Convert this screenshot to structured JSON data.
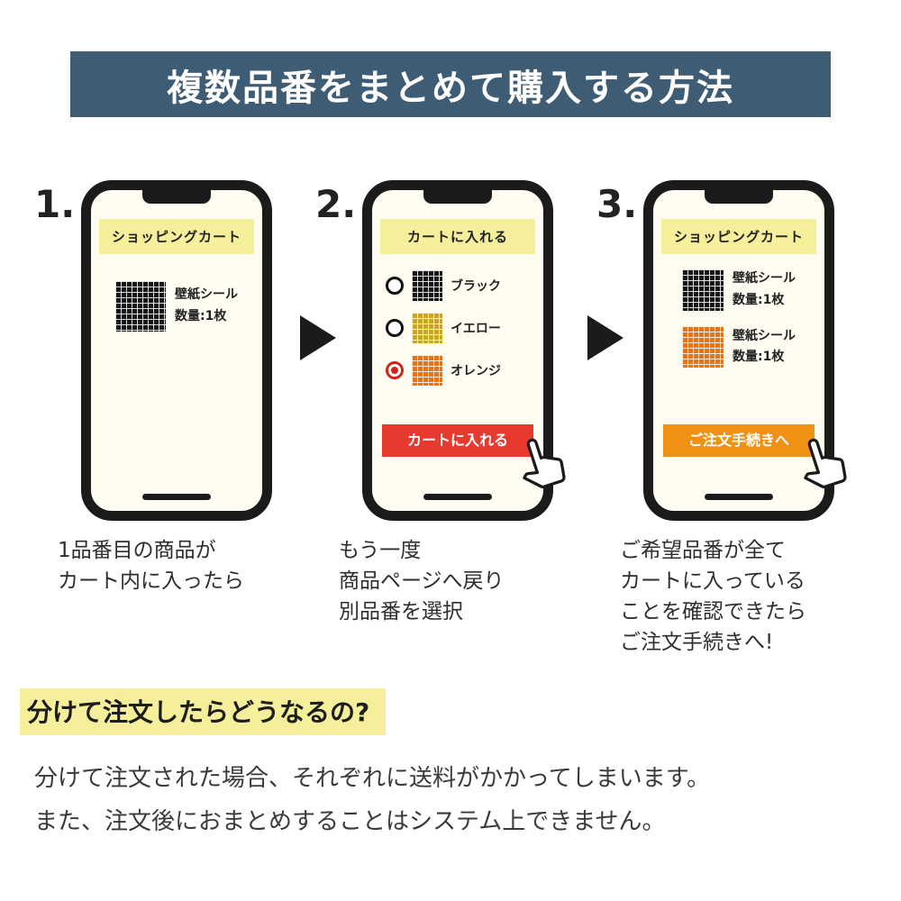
{
  "header": {
    "title": "複数品番をまとめて購入する方法"
  },
  "steps": [
    {
      "number": "1.",
      "phone": {
        "banner": "ショッピングカート",
        "items": [
          {
            "swatch": "black",
            "name": "壁紙シール",
            "qty": "数量:1枚"
          }
        ]
      },
      "caption": [
        "1品番目の商品が",
        "カート内に入ったら"
      ]
    },
    {
      "number": "2.",
      "phone": {
        "banner": "カートに入れる",
        "options": [
          {
            "selected": false,
            "swatch": "black",
            "label": "ブラック"
          },
          {
            "selected": false,
            "swatch": "yellow",
            "label": "イエロー"
          },
          {
            "selected": true,
            "swatch": "orange",
            "label": "オレンジ"
          }
        ],
        "button": "カートに入れる"
      },
      "caption": [
        "もう一度",
        "商品ページへ戻り",
        "別品番を選択"
      ]
    },
    {
      "number": "3.",
      "phone": {
        "banner": "ショッピングカート",
        "items": [
          {
            "swatch": "black",
            "name": "壁紙シール",
            "qty": "数量:1枚"
          },
          {
            "swatch": "orange",
            "name": "壁紙シール",
            "qty": "数量:1枚"
          }
        ],
        "button": "ご注文手続きへ"
      },
      "caption": [
        "ご希望品番が全て",
        "カートに入っている",
        "ことを確認できたら",
        "ご注文手続きへ!"
      ]
    }
  ],
  "footer": {
    "heading": "分けて注文したらどうなるの?",
    "body": [
      "分けて注文された場合、それぞれに送料がかかってしまいます。",
      "また、注文後におまとめすることはシステム上できません。"
    ]
  },
  "colors": {
    "header_bg": "#3e5c74",
    "banner_yellow": "#f5ee9a",
    "highlight_yellow": "#f5ee9a",
    "button_red": "#e8392e",
    "button_orange": "#f19114",
    "radio_selected_red": "#d0251b",
    "swatch_black": "#161616",
    "swatch_yellow": "#c7a42e",
    "swatch_orange": "#e0751f",
    "phone_screen": "#fffdf2"
  }
}
